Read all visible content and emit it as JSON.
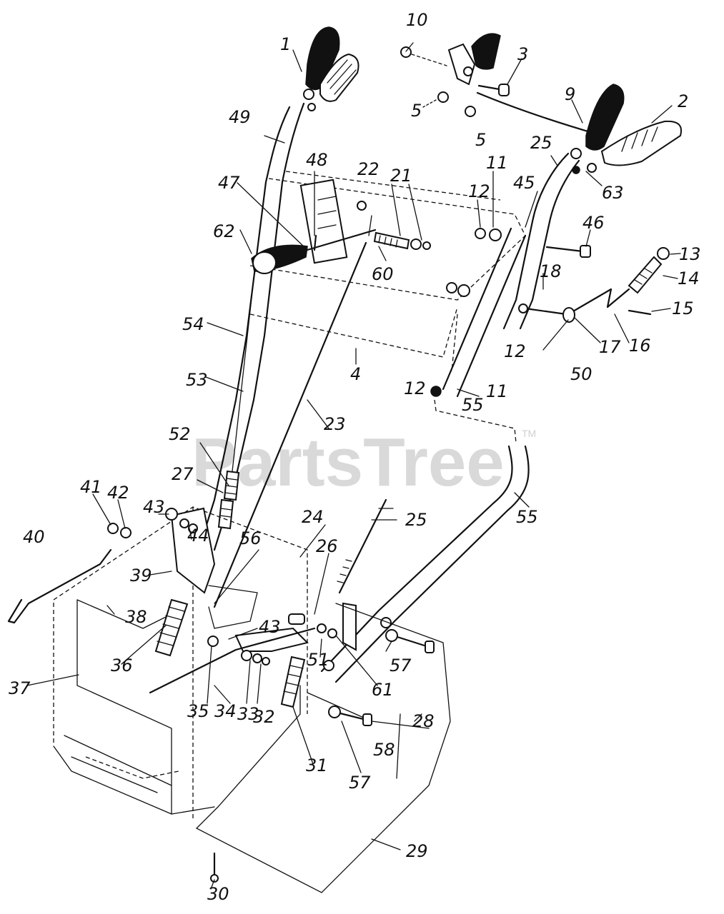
{
  "watermark": {
    "brand": "PartsTree",
    "trademark": "TM"
  },
  "callouts": [
    "1",
    "2",
    "3",
    "4",
    "5",
    "5",
    "9",
    "10",
    "11",
    "11",
    "12",
    "12",
    "12",
    "12",
    "13",
    "14",
    "15",
    "16",
    "17",
    "18",
    "21",
    "22",
    "23",
    "24",
    "25",
    "25",
    "26",
    "27",
    "28",
    "29",
    "30",
    "31",
    "32",
    "33",
    "34",
    "35",
    "36",
    "37",
    "38",
    "39",
    "40",
    "41",
    "42",
    "43",
    "43",
    "44",
    "45",
    "46",
    "47",
    "48",
    "49",
    "50",
    "51",
    "52",
    "53",
    "54",
    "55",
    "55",
    "56",
    "57",
    "57",
    "58",
    "60",
    "61",
    "62",
    "63"
  ]
}
